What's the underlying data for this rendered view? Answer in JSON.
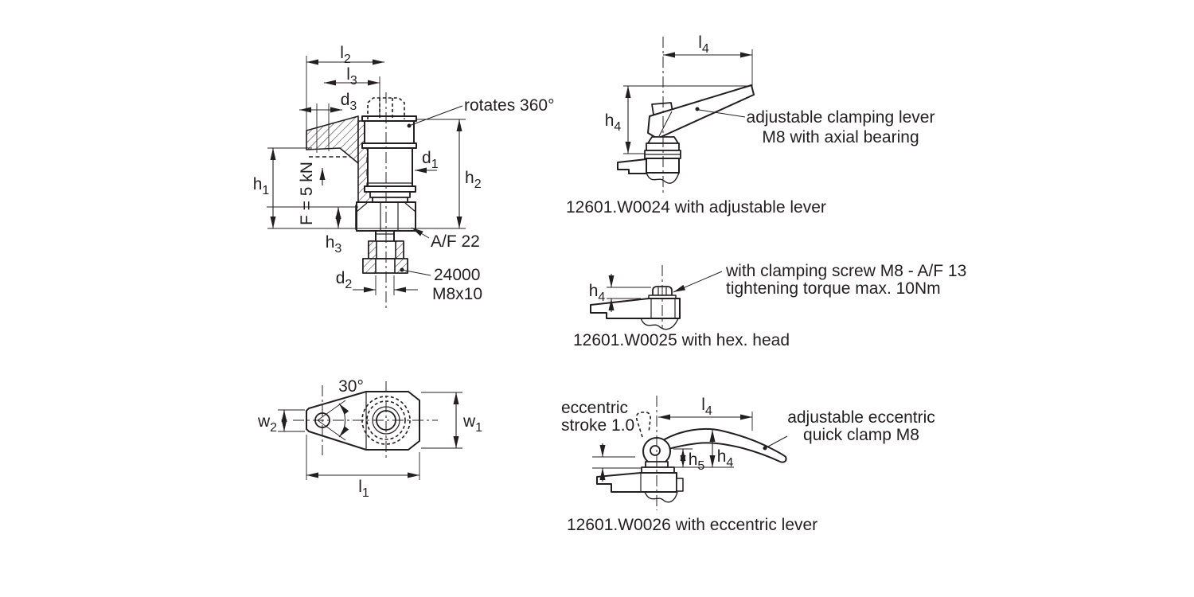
{
  "colors": {
    "ink": "#231f20",
    "background": "#ffffff"
  },
  "main_view": {
    "dims": {
      "l2": {
        "base": "l",
        "sub": "2"
      },
      "l3": {
        "base": "l",
        "sub": "3"
      },
      "d3": {
        "base": "d",
        "sub": "3"
      },
      "d1": {
        "base": "d",
        "sub": "1"
      },
      "d2": {
        "base": "d",
        "sub": "2"
      },
      "h1": {
        "base": "h",
        "sub": "1"
      },
      "h2": {
        "base": "h",
        "sub": "2"
      },
      "h3": {
        "base": "h",
        "sub": "3"
      }
    },
    "force_label": "F = 5 kN",
    "rotates_label": "rotates 360°",
    "wrench_label": "A/F 22",
    "insert_number": "24000",
    "insert_thread": "M8x10"
  },
  "adjustable_view": {
    "dims": {
      "l4": {
        "base": "l",
        "sub": "4"
      },
      "h4": {
        "base": "h",
        "sub": "4"
      }
    },
    "note_line1": "adjustable clamping lever",
    "note_line2": "M8 with axial bearing",
    "caption": "12601.W0024 with adjustable lever"
  },
  "hex_view": {
    "dims": {
      "h4": {
        "base": "h",
        "sub": "4"
      }
    },
    "note_line1": "with clamping screw M8 - A/F 13",
    "note_line2": "tightening torque max. 10Nm",
    "caption": "12601.W0025 with hex. head"
  },
  "top_view": {
    "dims": {
      "w1": {
        "base": "w",
        "sub": "1"
      },
      "w2": {
        "base": "w",
        "sub": "2"
      },
      "l1": {
        "base": "l",
        "sub": "1"
      }
    },
    "angle_label": "30°"
  },
  "eccentric_view": {
    "dims": {
      "l4": {
        "base": "l",
        "sub": "4"
      },
      "h4": {
        "base": "h",
        "sub": "4"
      },
      "h5": {
        "base": "h",
        "sub": "5"
      }
    },
    "stroke_line1": "eccentric",
    "stroke_line2": "stroke 1.0",
    "note_line1": "adjustable eccentric",
    "note_line2": "quick clamp M8",
    "caption": "12601.W0026 with eccentric lever"
  }
}
